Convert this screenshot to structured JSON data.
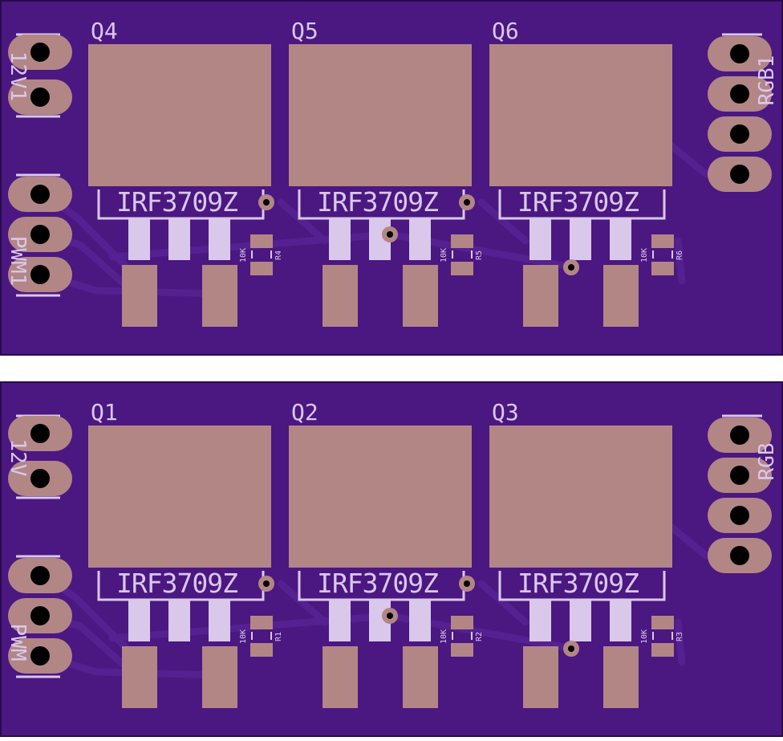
{
  "colors": {
    "board": "#4b1781",
    "board_edge": "#2a0b4a",
    "trace": "#55208f",
    "copper": "#b38686",
    "silk": "#d9c8ea",
    "drill": "#000000",
    "background": "#ffffff"
  },
  "boards": [
    {
      "top_labels": [
        "Q4",
        "Q5",
        "Q6"
      ],
      "resistor_refs": [
        "R4",
        "R5",
        "R6"
      ],
      "left_top_connector": "12V1",
      "left_bottom_connector": "PWM1",
      "right_connector": "RGB1"
    },
    {
      "top_labels": [
        "Q1",
        "Q2",
        "Q3"
      ],
      "resistor_refs": [
        "R1",
        "R2",
        "R3"
      ],
      "left_top_connector": "12V",
      "left_bottom_connector": "PWM",
      "right_connector": "RGB"
    }
  ],
  "part_value": "IRF3709Z",
  "resistor_value": "10K"
}
